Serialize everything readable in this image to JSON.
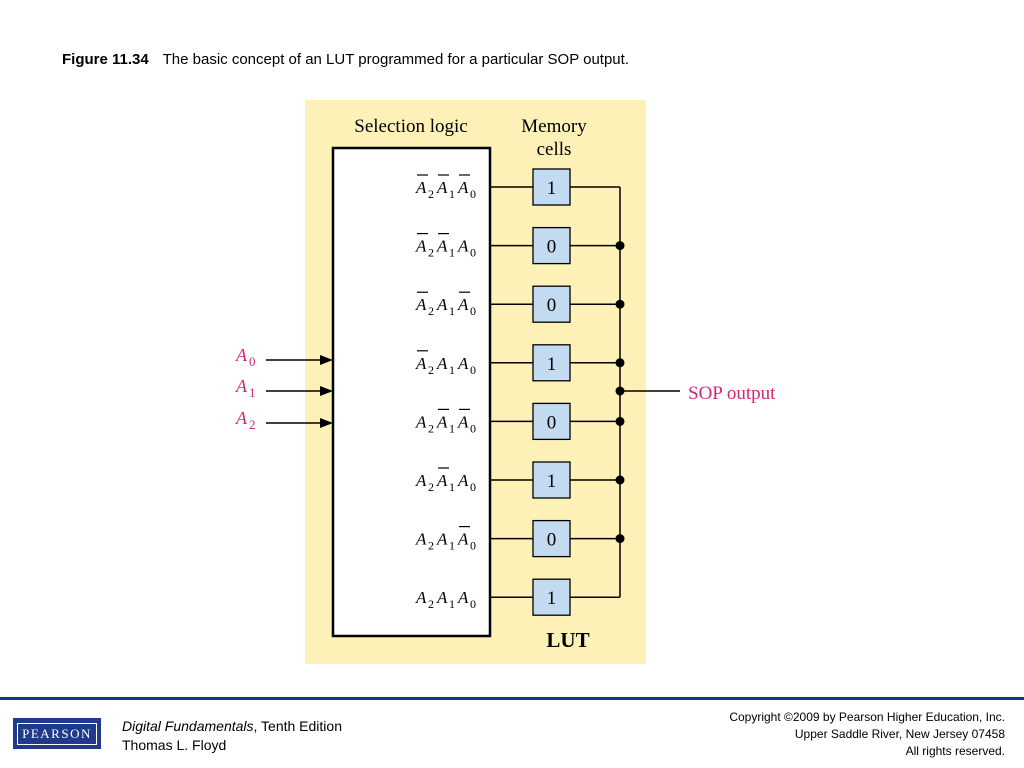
{
  "caption": {
    "number": "Figure 11.34",
    "text": "The basic concept of an LUT programmed for a particular SOP output."
  },
  "diagram": {
    "selection_logic_label": "Selection logic",
    "memory_cells_label": [
      "Memory",
      "cells"
    ],
    "lut_label": "LUT",
    "output_label": "SOP output",
    "inputs": [
      {
        "name": "A",
        "sub": "0"
      },
      {
        "name": "A",
        "sub": "1"
      },
      {
        "name": "A",
        "sub": "2"
      }
    ],
    "rows": [
      {
        "bars": [
          true,
          true,
          true
        ],
        "cell": "1"
      },
      {
        "bars": [
          true,
          true,
          false
        ],
        "cell": "0"
      },
      {
        "bars": [
          true,
          false,
          true
        ],
        "cell": "0"
      },
      {
        "bars": [
          true,
          false,
          false
        ],
        "cell": "1"
      },
      {
        "bars": [
          false,
          true,
          true
        ],
        "cell": "0"
      },
      {
        "bars": [
          false,
          true,
          false
        ],
        "cell": "1"
      },
      {
        "bars": [
          false,
          false,
          true
        ],
        "cell": "0"
      },
      {
        "bars": [
          false,
          false,
          false
        ],
        "cell": "1"
      }
    ],
    "colors": {
      "background": "#fdf1b8",
      "cell_fill": "#c3dbf0",
      "input_label": "#d6247b",
      "line": "#000000"
    }
  },
  "footer": {
    "book_title": "Digital Fundamentals",
    "edition": ", Tenth Edition",
    "author": "Thomas L. Floyd",
    "copyright_lines": [
      "Copyright ©2009 by Pearson Higher Education, Inc.",
      "Upper Saddle River, New Jersey 07458",
      "All rights reserved."
    ],
    "logo_text": "PEARSON"
  }
}
